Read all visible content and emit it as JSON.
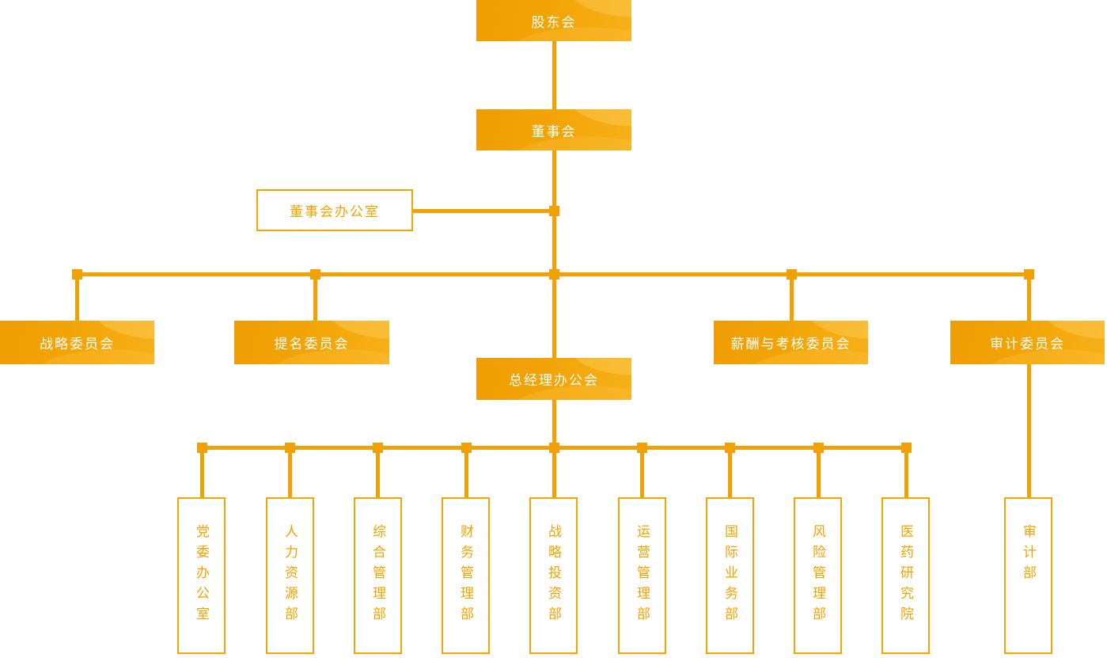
{
  "org_chart": {
    "nodes": {
      "shareholders": "股东会",
      "board": "董事会",
      "board_office": "董事会办公室",
      "strategy_committee": "战略委员会",
      "nomination_committee": "提名委员会",
      "compensation_committee": "薪酬与考核委员会",
      "audit_committee": "审计委员会",
      "gm_office": "总经理办公会",
      "audit_department": "审计部",
      "departments": [
        "党委办公室",
        "人力资源部",
        "综合管理部",
        "财务管理部",
        "战略投资部",
        "运营管理部",
        "国际业务部",
        "风险管理部",
        "医药研究院"
      ]
    },
    "colors": {
      "accent_line": "#F2A105",
      "filled_gradient_start": "#EE9D03",
      "filled_gradient_end": "#F7B019",
      "filled_text": "#FFFFFF",
      "outlined_text": "#F5A201",
      "outlined_border": "#F4A506",
      "background": "#FFFFFF"
    }
  }
}
